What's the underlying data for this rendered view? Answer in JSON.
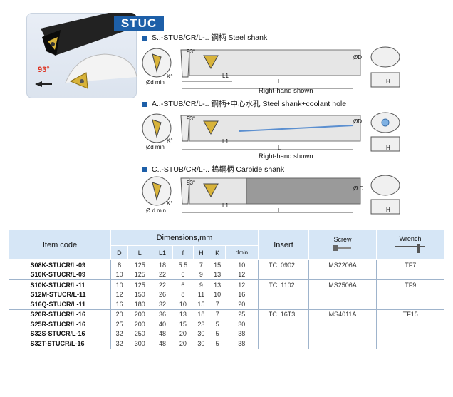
{
  "brand": "STUC",
  "photo": {
    "angle_label": "93°"
  },
  "sections": [
    {
      "title": "S..-STUB/CR/L-..  鋼柄 Steel shank",
      "angle": "93°",
      "k_label": "K°",
      "dmin_label": "Ød min",
      "l1_label": "L1",
      "l_label": "L",
      "d_label": "ØD",
      "h_label": "H",
      "caption": "Right-hand shown"
    },
    {
      "title": "A..-STUB/CR/L-..  鋼柄+中心水孔 Steel shank+coolant hole",
      "angle": "93°",
      "k_label": "K°",
      "dmin_label": "Ød min",
      "l1_label": "L1",
      "l_label": "L",
      "d_label": "ØD",
      "h_label": "H",
      "caption": "Right-hand shown"
    },
    {
      "title": "C..-STUB/CR/L-..  鎢鋼柄  Carbide shank",
      "angle": "93°",
      "k_label": "K°",
      "dmin_label": "Ø d min",
      "l1_label": "L1",
      "l_label": "L",
      "d_label": "Ø D",
      "h_label": "H",
      "caption": ""
    }
  ],
  "table": {
    "headers": {
      "item_code": "Item code",
      "dimensions": "Dimensions,mm",
      "insert": "Insert",
      "screw": "Screw",
      "wrench": "Wrench",
      "sub": [
        "D",
        "L",
        "L1",
        "f",
        "H",
        "K",
        "dmin"
      ]
    },
    "rows": [
      {
        "code": "S08K-STUCR/L-09",
        "dims": [
          "8",
          "125",
          "18",
          "5.5",
          "7",
          "15",
          "10"
        ],
        "insert": "TC..0902..",
        "screw": "MS2206A",
        "wrench": "TF7"
      },
      {
        "code": "S10K-STUCR/L-09",
        "dims": [
          "10",
          "125",
          "22",
          "6",
          "9",
          "13",
          "12"
        ],
        "insert": "",
        "screw": "",
        "wrench": ""
      },
      {
        "code": "S10K-STUCR/L-11",
        "dims": [
          "10",
          "125",
          "22",
          "6",
          "9",
          "13",
          "12"
        ],
        "insert": "TC..1102..",
        "screw": "MS2506A",
        "wrench": "TF9"
      },
      {
        "code": "S12M-STUCR/L-11",
        "dims": [
          "12",
          "150",
          "26",
          "8",
          "11",
          "10",
          "16"
        ],
        "insert": "",
        "screw": "",
        "wrench": ""
      },
      {
        "code": "S16Q-STUCR/L-11",
        "dims": [
          "16",
          "180",
          "32",
          "10",
          "15",
          "7",
          "20"
        ],
        "insert": "",
        "screw": "",
        "wrench": ""
      },
      {
        "code": "S20R-STUCR/L-16",
        "dims": [
          "20",
          "200",
          "36",
          "13",
          "18",
          "7",
          "25"
        ],
        "insert": "TC..16T3..",
        "screw": "MS4011A",
        "wrench": "TF15"
      },
      {
        "code": "S25R-STUCR/L-16",
        "dims": [
          "25",
          "200",
          "40",
          "15",
          "23",
          "5",
          "30"
        ],
        "insert": "",
        "screw": "",
        "wrench": ""
      },
      {
        "code": "S32S-STUCR/L-16",
        "dims": [
          "32",
          "250",
          "48",
          "20",
          "30",
          "5",
          "38"
        ],
        "insert": "",
        "screw": "",
        "wrench": ""
      },
      {
        "code": "S32T-STUCR/L-16",
        "dims": [
          "32",
          "300",
          "48",
          "20",
          "30",
          "5",
          "38"
        ],
        "insert": "",
        "screw": "",
        "wrench": ""
      }
    ]
  }
}
